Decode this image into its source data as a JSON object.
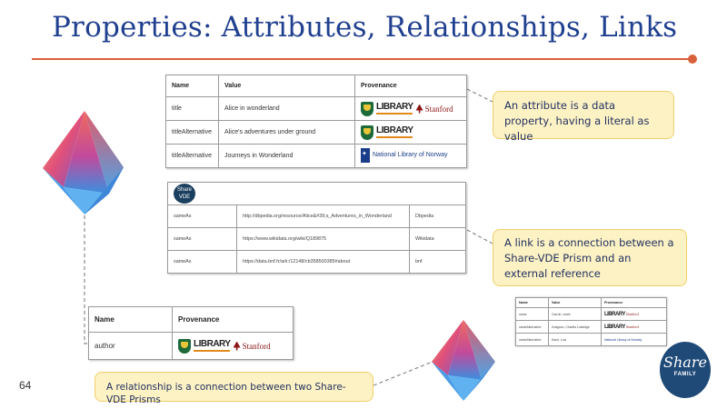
{
  "title": "Properties: Attributes, Relationships, Links",
  "page_number": "64",
  "accent_color": "#d9603b",
  "attributes_table": {
    "headers": [
      "Name",
      "Value",
      "Provenance"
    ],
    "rows": [
      {
        "name": "title",
        "value": "Alice in wonderland",
        "provenance": [
          "LIBRARY",
          "Stanford"
        ]
      },
      {
        "name": "titleAlternative",
        "value": "Alice's adventures under ground",
        "provenance": [
          "LIBRARY"
        ]
      },
      {
        "name": "titleAlternative",
        "value": "Journeys in Wonderland",
        "provenance": [
          "National Library of Norway"
        ]
      }
    ]
  },
  "links_table": {
    "header_logo": {
      "line1": "Share",
      "line2": "VDE"
    },
    "rows": [
      {
        "name": "sameAs",
        "value": "http://dbpedia.org/resource/Alice&#39;s_Adventures_in_Wonderland",
        "source": "Dbpedia"
      },
      {
        "name": "sameAs",
        "value": "https://www.wikidata.org/wiki/Q189875",
        "source": "Wikidata"
      },
      {
        "name": "sameAs",
        "value": "https://data.bnf.fr/ark:/12148/cb358500385#about",
        "source": "bnf"
      }
    ]
  },
  "relationships_table": {
    "headers": [
      "Name",
      "Provenance"
    ],
    "rows": [
      {
        "name": "author",
        "provenance": [
          "LIBRARY",
          "Stanford"
        ]
      }
    ]
  },
  "mini_table": {
    "headers": [
      "Name",
      "Value",
      "Provenance"
    ],
    "rows": [
      {
        "name": "name",
        "value": "Carroll, Lewis",
        "provenance": [
          "LIBRARY",
          "Stanford"
        ]
      },
      {
        "name": "nameAlternative",
        "value": "Dodgson, Charles Lutwidge",
        "provenance": [
          "LIBRARY",
          "Stanford"
        ]
      },
      {
        "name": "nameAlternative",
        "value": "Karol, Luis",
        "provenance": [
          "National Library of Norway"
        ]
      }
    ]
  },
  "callouts": {
    "attribute": "An attribute is a data property, having a literal as value",
    "link": "A link  is a connection between a Share-VDE Prism and an external reference",
    "relationship": "A relationship is a connection between two Share-VDE Prisms"
  },
  "brand": {
    "word": "Share",
    "sub": "FAMILY"
  },
  "icons": [
    "prism-icon",
    "library-logo",
    "stanford-logo",
    "norway-library-logo",
    "share-vde-logo",
    "share-family-logo"
  ]
}
